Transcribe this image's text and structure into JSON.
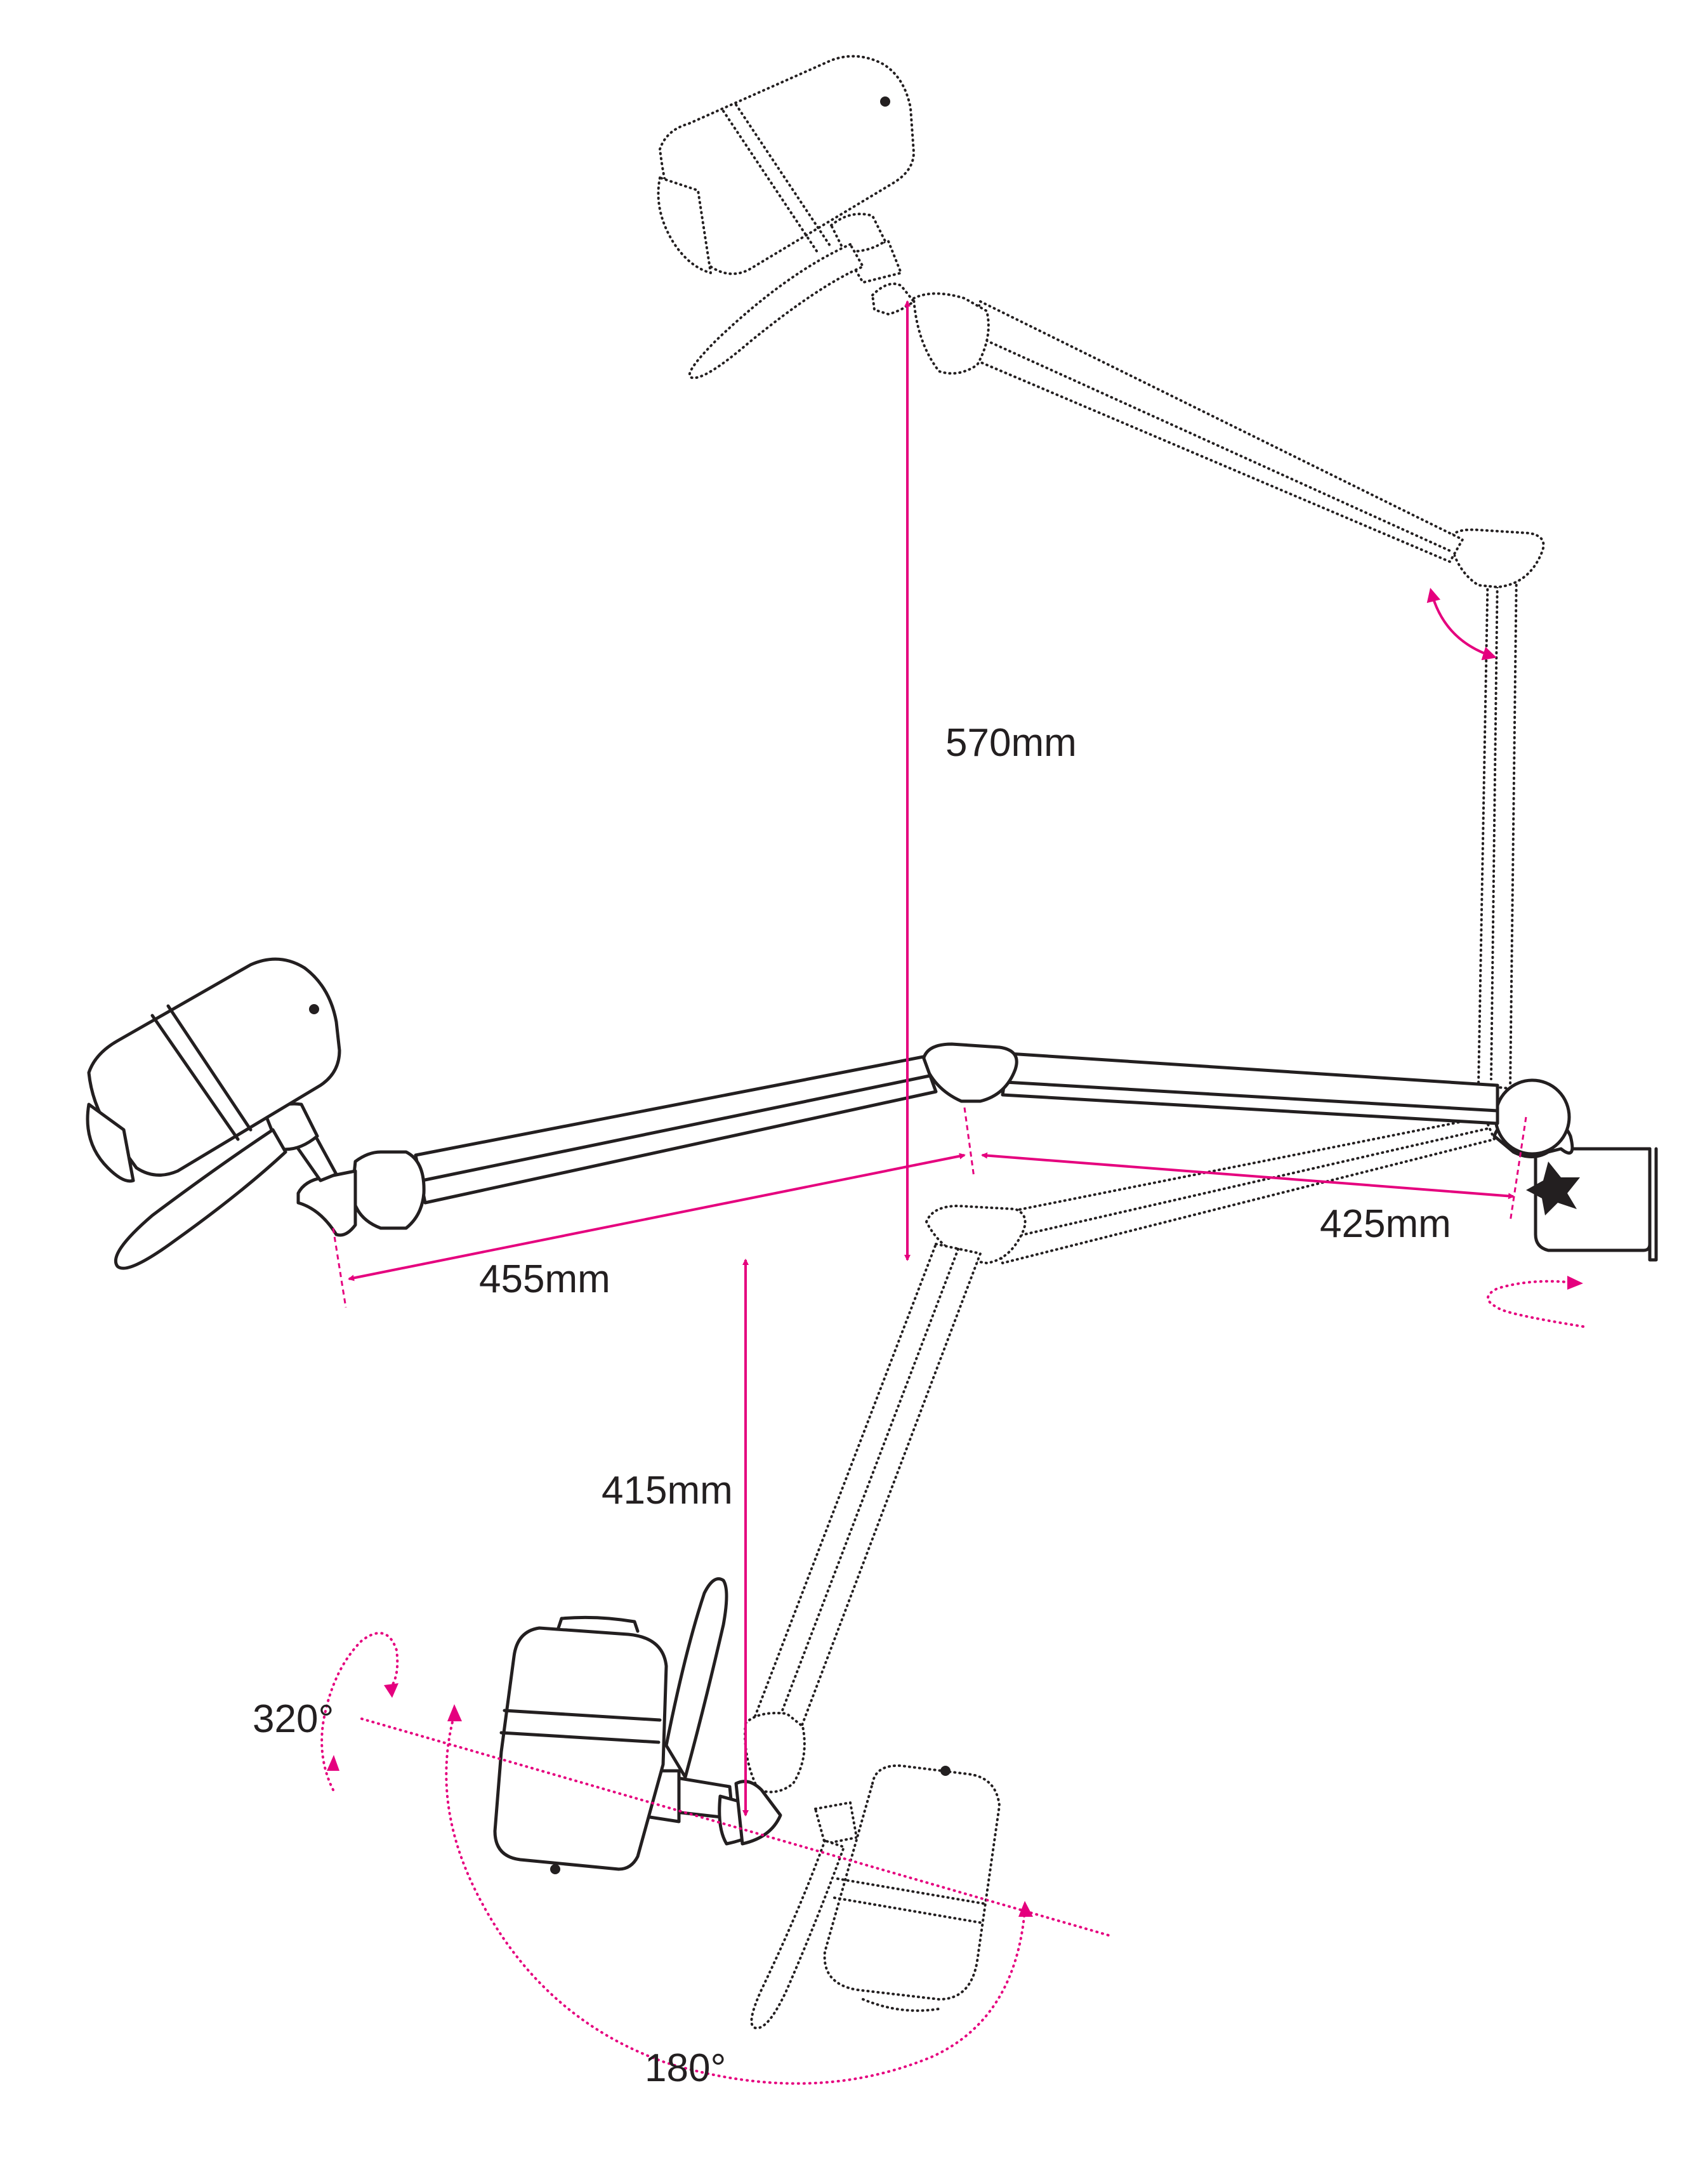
{
  "dimensions": {
    "max_height": "570mm",
    "forearm_length": "455mm",
    "upper_arm_length": "425mm",
    "min_height": "415mm"
  },
  "rotations": {
    "camera_tilt": "320°",
    "camera_swivel": "180°"
  },
  "colors": {
    "dimension_lines": "#e5007e",
    "line_art": "#231f20",
    "background": "#ffffff"
  }
}
